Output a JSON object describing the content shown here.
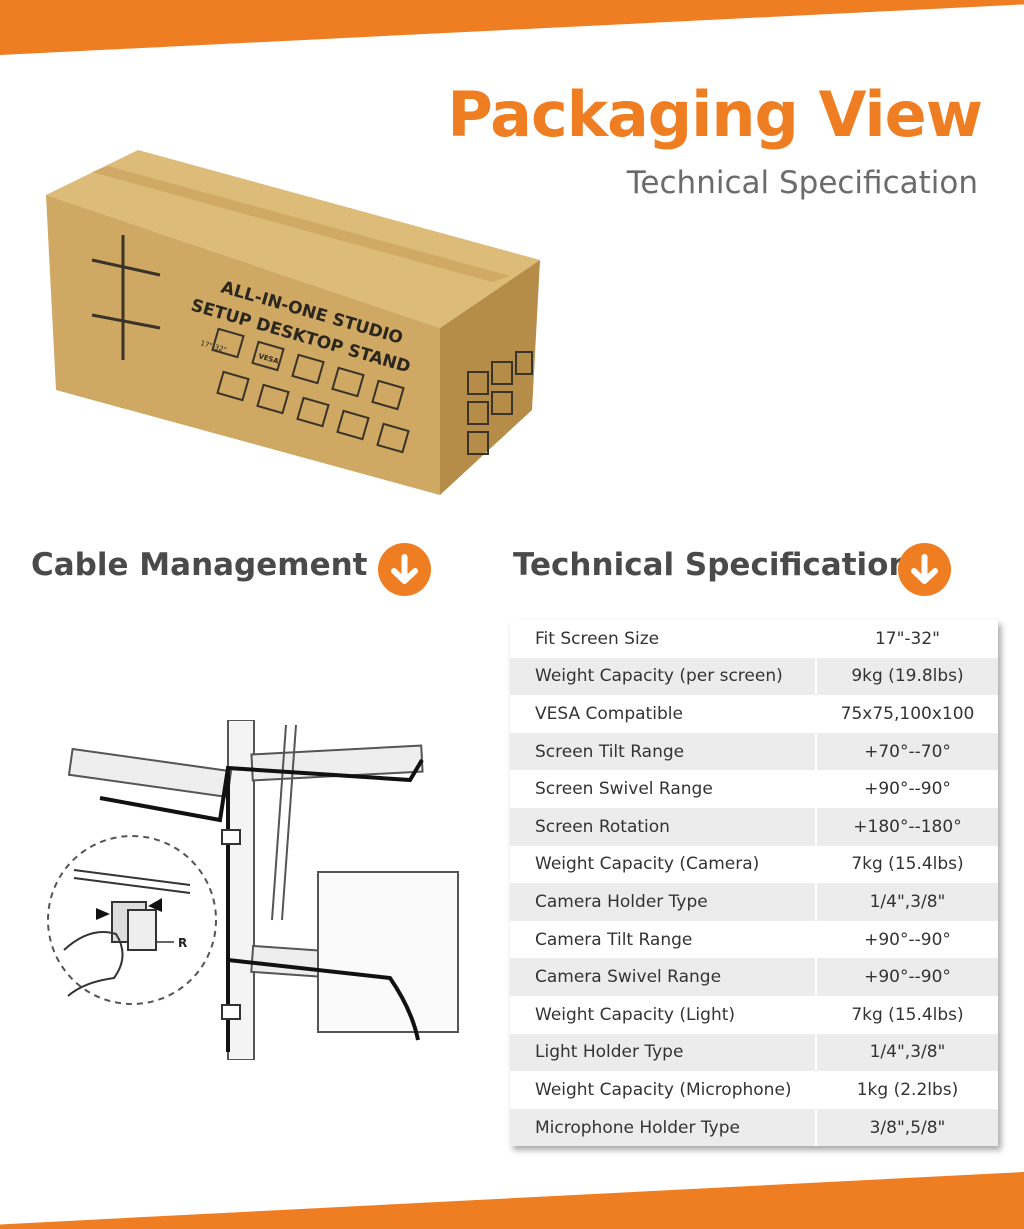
{
  "header": {
    "title": "Packaging View",
    "subtitle": "Technical Specification"
  },
  "box_print": {
    "line1": "ALL-IN-ONE STUDIO",
    "line2": "SETUP DESKTOP STAND",
    "badge_size": "17\"-32\"",
    "badge_vesa": "VESA"
  },
  "sections": {
    "cable_title": "Cable Management",
    "tech_title": "Technical Specification"
  },
  "cable_diagram": {
    "callout_label": "R"
  },
  "spec_rows": [
    {
      "label": "Fit Screen Size",
      "value": "17\"-32\""
    },
    {
      "label": "Weight Capacity (per screen)",
      "value": "9kg (19.8lbs)"
    },
    {
      "label": "VESA Compatible",
      "value": "75x75,100x100"
    },
    {
      "label": "Screen Tilt Range",
      "value": "+70°--70°"
    },
    {
      "label": "Screen Swivel Range",
      "value": "+90°--90°"
    },
    {
      "label": "Screen Rotation",
      "value": "+180°--180°"
    },
    {
      "label": "Weight Capacity (Camera)",
      "value": "7kg (15.4lbs)"
    },
    {
      "label": "Camera Holder Type",
      "value": "1/4\",3/8\""
    },
    {
      "label": "Camera Tilt Range",
      "value": "+90°--90°"
    },
    {
      "label": "Camera Swivel Range",
      "value": "+90°--90°"
    },
    {
      "label": "Weight Capacity (Light)",
      "value": "7kg (15.4lbs)"
    },
    {
      "label": "Light Holder Type",
      "value": "1/4\",3/8\""
    },
    {
      "label": "Weight Capacity (Microphone)",
      "value": "1kg (2.2lbs)"
    },
    {
      "label": "Microphone Holder Type",
      "value": "3/8\",5/8\""
    }
  ],
  "colors": {
    "accent": "#ef7d22",
    "heading": "#4a4a4a",
    "box": "#d2ad67"
  }
}
